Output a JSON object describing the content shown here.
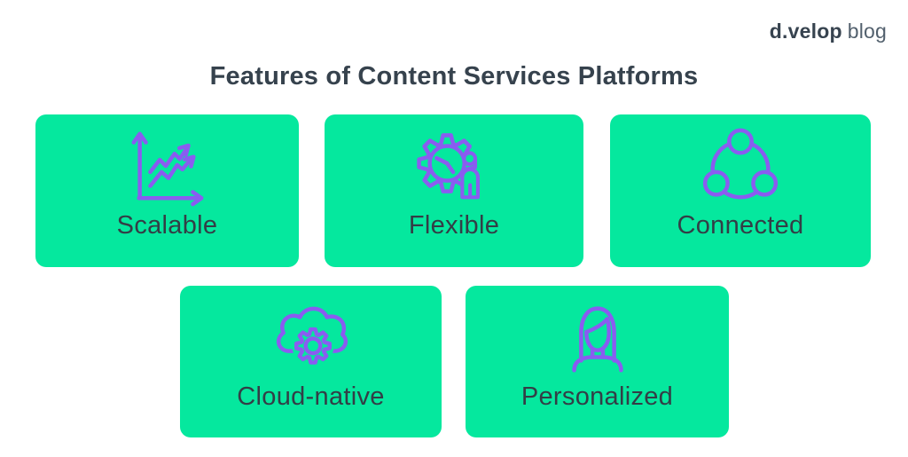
{
  "header": {
    "logo": {
      "brand": "d.velop",
      "suffix": "blog"
    }
  },
  "title": "Features of Content Services Platforms",
  "colors": {
    "card_green": "#05e89e",
    "icon_purple": "#8a5cf0",
    "text_dark": "#333e46",
    "logo_dark": "#37434f",
    "background": "#ffffff"
  },
  "features": [
    {
      "label": "Scalable",
      "icon": "growth-chart-icon"
    },
    {
      "label": "Flexible",
      "icon": "gear-clock-person-icon"
    },
    {
      "label": "Connected",
      "icon": "network-nodes-icon"
    },
    {
      "label": "Cloud-native",
      "icon": "cloud-gear-icon"
    },
    {
      "label": "Personalized",
      "icon": "person-avatar-icon"
    }
  ]
}
